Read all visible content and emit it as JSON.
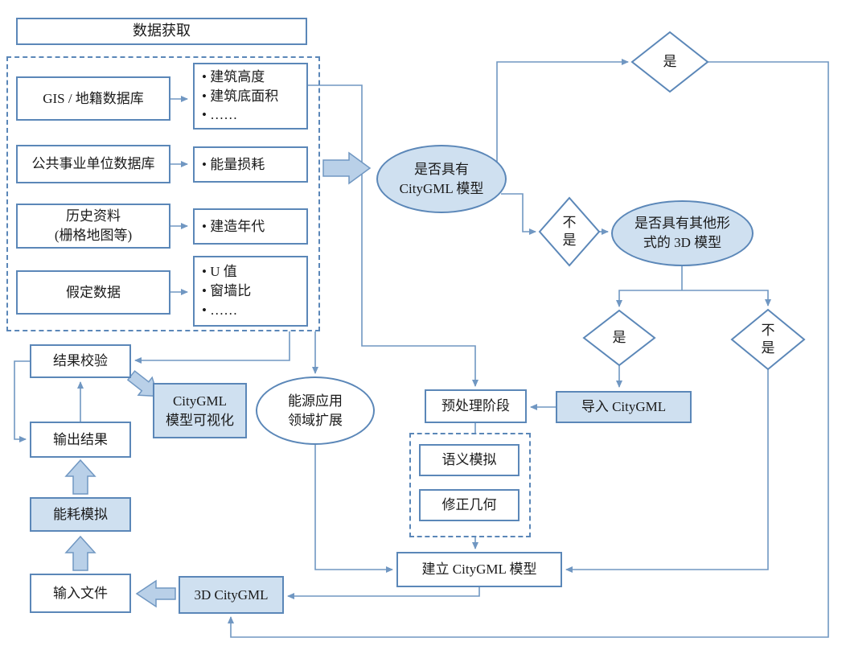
{
  "nodes": {
    "data_acquisition": {
      "label": "数据获取"
    },
    "gis_db": {
      "label": "GIS / 地籍数据库"
    },
    "gis_items": {
      "label": "• 建筑高度\n• 建筑底面积\n• ……"
    },
    "utility_db": {
      "label": "公共事业单位数据库"
    },
    "utility_items": {
      "label": "• 能量损耗"
    },
    "history_docs": {
      "label": "历史资料\n(栅格地图等)"
    },
    "history_items": {
      "label": "• 建造年代"
    },
    "assumed_data": {
      "label": "假定数据"
    },
    "assumed_items": {
      "label": "• U 值\n• 窗墙比\n• ……"
    },
    "has_citygml": {
      "label": "是否具有\nCityGML 模型"
    },
    "decision_yes_top": {
      "label": "是"
    },
    "decision_no_mid": {
      "label": "不\n是"
    },
    "has_other_3d": {
      "label": "是否具有其他形\n式的 3D 模型"
    },
    "decision_yes_lower": {
      "label": "是"
    },
    "decision_no_lower": {
      "label": "不\n是"
    },
    "import_citygml": {
      "label": "导入 CityGML"
    },
    "preprocess_stage": {
      "label": "预处理阶段"
    },
    "semantic_sim": {
      "label": "语义模拟"
    },
    "fix_geometry": {
      "label": "修正几何"
    },
    "build_citygml": {
      "label": "建立 CityGML 模型"
    },
    "citygml_3d": {
      "label": "3D CityGML"
    },
    "input_file": {
      "label": "输入文件"
    },
    "energy_sim": {
      "label": "能耗模拟"
    },
    "output_result": {
      "label": "输出结果"
    },
    "result_check": {
      "label": "结果校验"
    },
    "citygml_vis": {
      "label": "CityGML\n模型可视化"
    },
    "energy_domain_ext": {
      "label": "能源应用\n领域扩展"
    }
  },
  "colors": {
    "border": "#5b87b8",
    "line": "#7097c2",
    "fill_light_blue": "#cfe0f0",
    "arrow_fill": "#b9d0e8",
    "text": "#1a1a1a",
    "background": "#ffffff"
  }
}
